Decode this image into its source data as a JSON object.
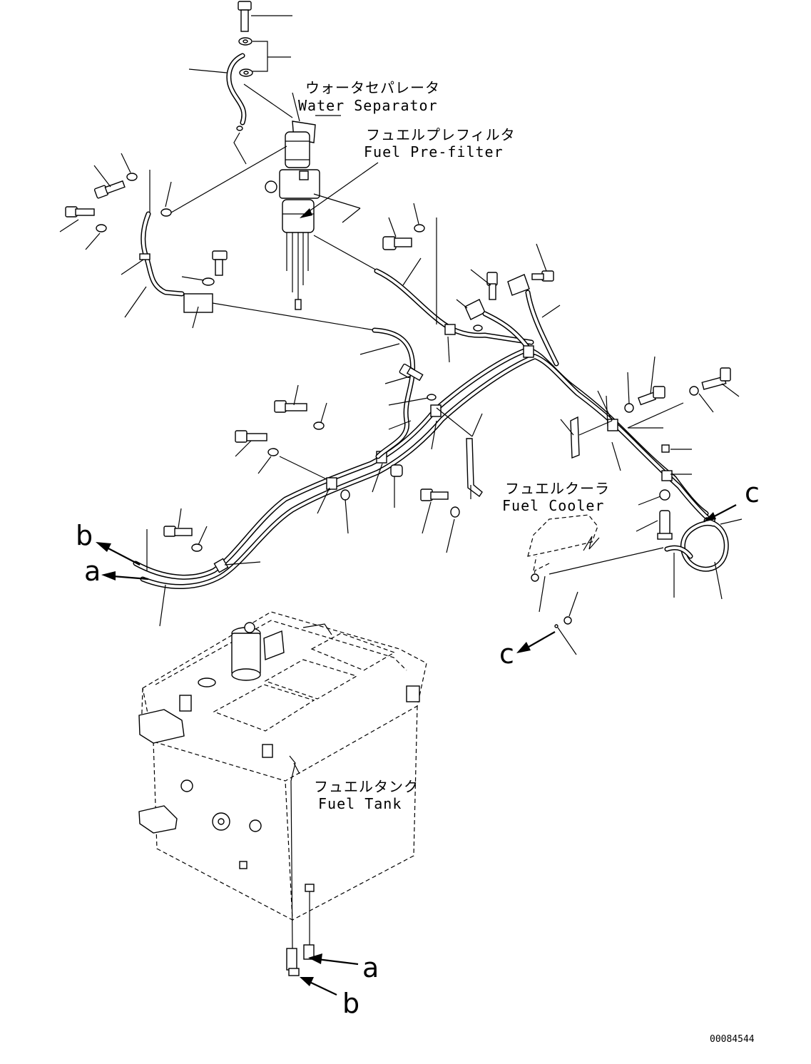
{
  "labels": {
    "water_separator_jp": "ウォータセパレータ",
    "water_separator_en": "Water Separator",
    "fuel_prefilter_jp": "フュエルプレフィルタ",
    "fuel_prefilter_en": "Fuel Pre-filter",
    "fuel_cooler_jp": "フュエルクーラ",
    "fuel_cooler_en": "Fuel Cooler",
    "fuel_tank_jp": "フュエルタンク",
    "fuel_tank_en": "Fuel Tank"
  },
  "connection_markers": {
    "a": "a",
    "b": "b",
    "c": "c"
  },
  "drawing_number": "00084544"
}
